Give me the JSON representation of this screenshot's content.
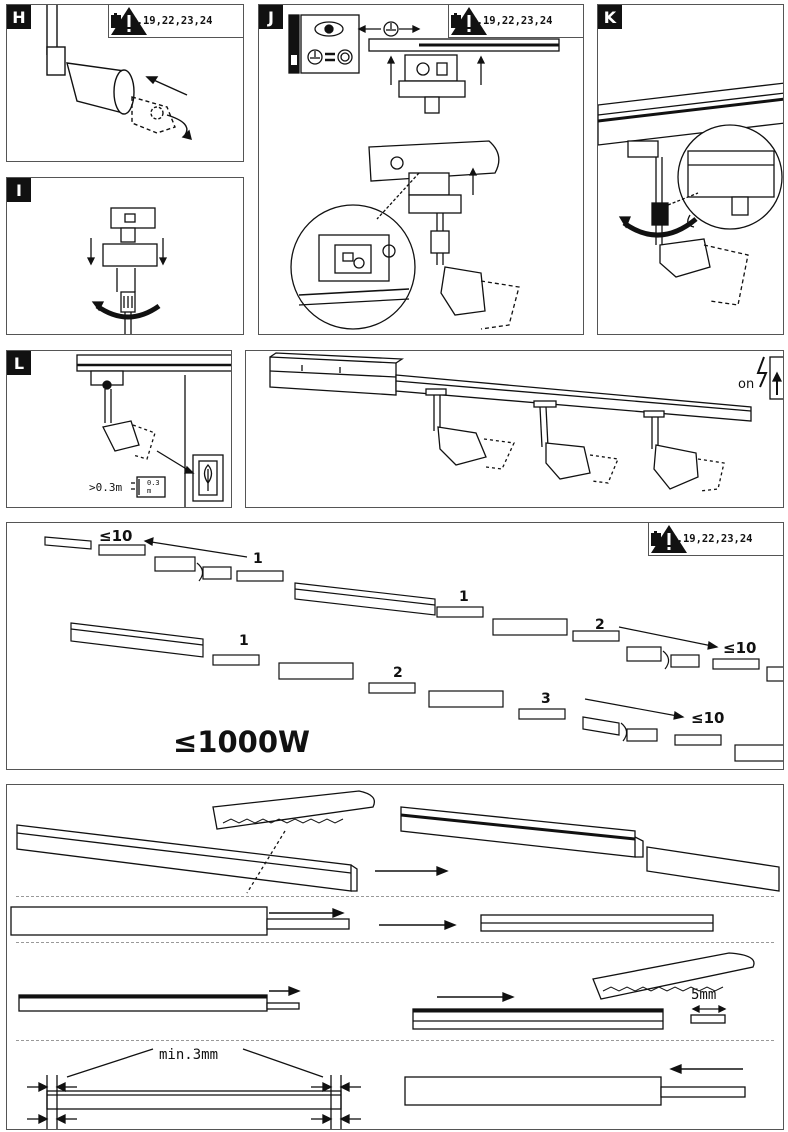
{
  "warning_label": "Nr.19,22,23,24",
  "panels": {
    "h": {
      "letter": "H"
    },
    "i": {
      "letter": "I"
    },
    "j": {
      "letter": "J"
    },
    "k": {
      "letter": "K"
    },
    "l": {
      "letter": "L",
      "distance": ">0.3m",
      "distance_icon": "0.3 m"
    },
    "on": {
      "label": "on"
    }
  },
  "connection": {
    "max_label_top": "≤10",
    "max_label_right_1": "≤10",
    "max_label_right_2": "≤10",
    "num_1a": "1",
    "num_1b": "1",
    "num_1c": "1",
    "num_2a": "2",
    "num_2b": "2",
    "num_3": "3",
    "power": "≤1000W"
  },
  "cutting": {
    "cut_length": "5mm",
    "min_length": "min.3mm"
  },
  "icons": [
    "warning-triangle-icon",
    "battery-icon",
    "eye-icon",
    "ground-symbol-icon",
    "lightning-icon",
    "plant-icon",
    "arrow-icon"
  ]
}
